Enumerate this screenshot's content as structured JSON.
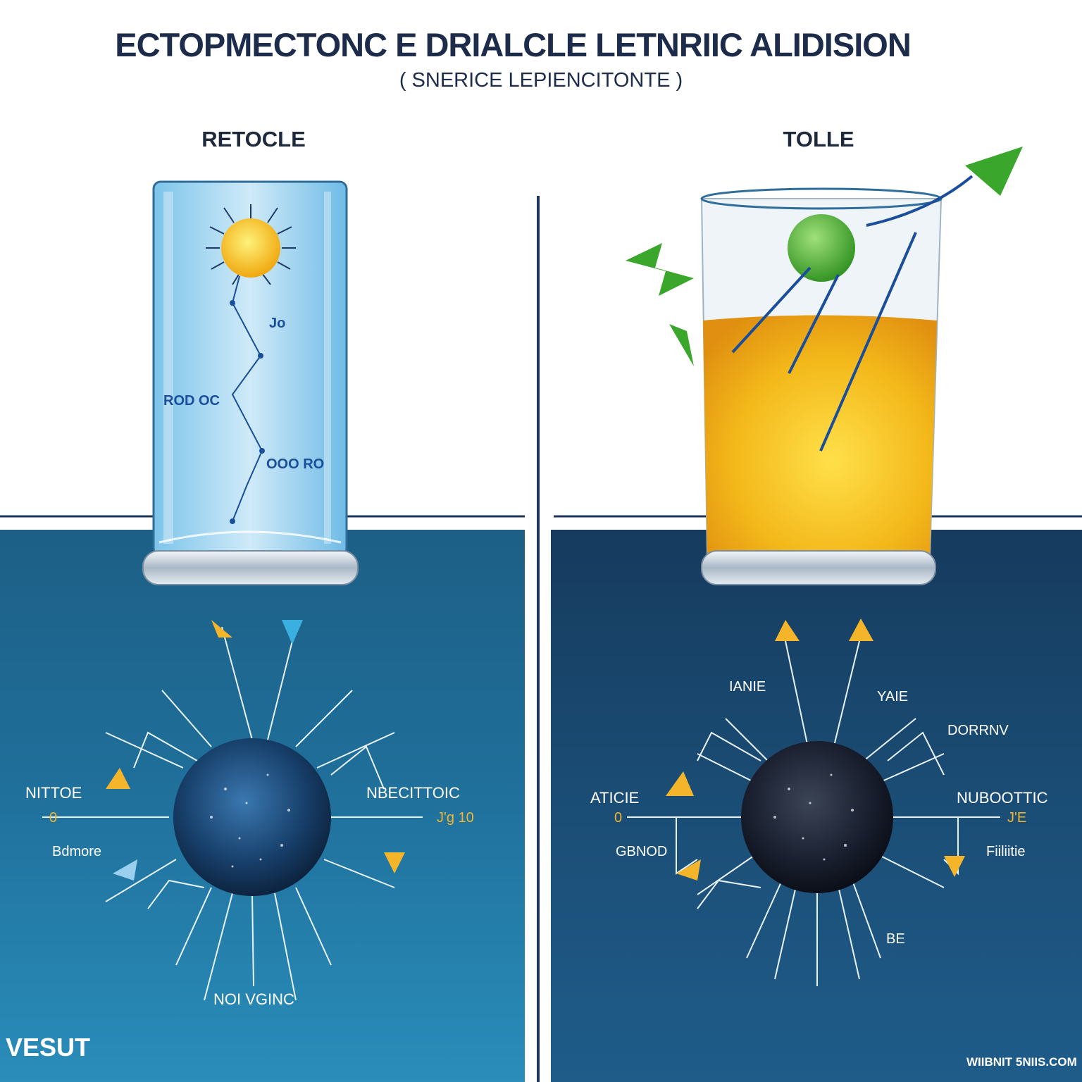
{
  "header": {
    "title": "ECTOPMECTONC E DRIALCLE LETNRIIC ALIDISION",
    "subtitle": "( SNERICE LEPIENCITONTE )"
  },
  "left": {
    "heading": "RETOCLE",
    "glass_labels": [
      "Jo",
      "ROD OC",
      "OOO RO"
    ],
    "sphere_labels": {
      "side_left": "NITTOE",
      "side_left_value": "0",
      "side_right": "NBECITTOIC",
      "side_right_value": "J'g 10",
      "lower_left": "Bdmore",
      "bottom": "NOI VGINC",
      "corner": "VESUT"
    }
  },
  "right": {
    "heading": "TOLLE",
    "sphere_labels": {
      "side_left": "ATICIE",
      "side_left_value": "0",
      "side_right": "NUBOOTTIC",
      "side_right_value": "J'E",
      "lower_left": "GBNOD",
      "lower_right": "Fiiliitie",
      "top_left": "IANIE",
      "top_right": "YAIE",
      "upper_right": "DORRNV",
      "bottom_right": "BE",
      "footer": "WIIBNIT 5NIIS.COM"
    }
  },
  "colors": {
    "navy": "#1c2c4a",
    "accent_yellow": "#f5b52a",
    "accent_green": "#3aa62b",
    "line_blue": "#1a4e9a"
  }
}
